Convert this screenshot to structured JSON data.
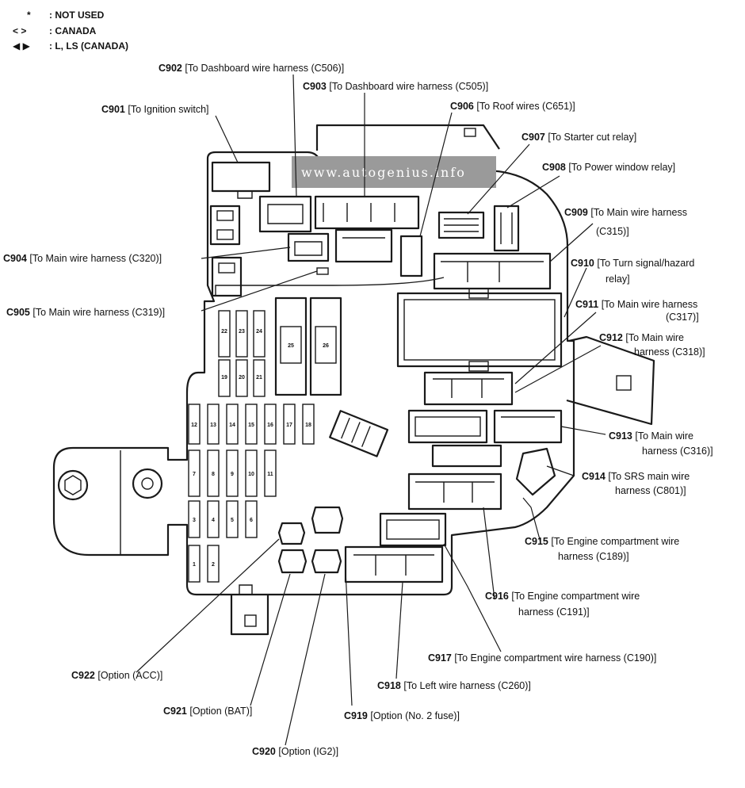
{
  "legend": [
    {
      "symbol": "*",
      "text": ": NOT USED"
    },
    {
      "symbol": "<   >",
      "text": ": CANADA"
    },
    {
      "symbol": "◀   ▶",
      "text": ": L, LS (CANADA)"
    }
  ],
  "watermark": "www.autogenius.info",
  "connectors": [
    {
      "code": "C901",
      "desc": "[To Ignition switch]"
    },
    {
      "code": "C902",
      "desc": "[To Dashboard wire harness (C506)]"
    },
    {
      "code": "C903",
      "desc": "[To Dashboard wire harness (C505)]"
    },
    {
      "code": "C904",
      "desc": "[To Main wire harness (C320)]"
    },
    {
      "code": "C905",
      "desc": "[To Main wire harness (C319)]"
    },
    {
      "code": "C906",
      "desc": "[To Roof wires (C651)]"
    },
    {
      "code": "C907",
      "desc": "[To Starter cut relay]"
    },
    {
      "code": "C908",
      "desc": "[To Power window relay]"
    },
    {
      "code": "C909",
      "desc": "[To Main wire harness",
      "desc2": "(C315)]"
    },
    {
      "code": "C910",
      "desc": "[To Turn signal/hazard",
      "desc2": "relay]"
    },
    {
      "code": "C911",
      "desc": "[To Main wire harness",
      "desc2": "(C317)]"
    },
    {
      "code": "C912",
      "desc": "[To Main wire",
      "desc2": "harness (C318)]"
    },
    {
      "code": "C913",
      "desc": "[To Main wire",
      "desc2": "harness (C316)]"
    },
    {
      "code": "C914",
      "desc": "[To SRS main wire",
      "desc2": "harness (C801)]"
    },
    {
      "code": "C915",
      "desc": "[To Engine compartment wire",
      "desc2": "harness (C189)]"
    },
    {
      "code": "C916",
      "desc": "[To Engine compartment wire",
      "desc2": "harness (C191)]"
    },
    {
      "code": "C917",
      "desc": "[To Engine compartment wire harness (C190)]"
    },
    {
      "code": "C918",
      "desc": "[To Left wire harness (C260)]"
    },
    {
      "code": "C919",
      "desc": "[Option (No. 2 fuse)]"
    },
    {
      "code": "C920",
      "desc": "[Option (IG2)]"
    },
    {
      "code": "C921",
      "desc": "[Option (BAT)]"
    },
    {
      "code": "C922",
      "desc": "[Option (ACC)]"
    }
  ],
  "fuses": [
    "1",
    "2",
    "3",
    "4",
    "5",
    "6",
    "7",
    "8",
    "9",
    "10",
    "11",
    "12",
    "13",
    "14",
    "15",
    "16",
    "17",
    "18",
    "19",
    "20",
    "21",
    "22",
    "23",
    "24",
    "25",
    "26"
  ]
}
